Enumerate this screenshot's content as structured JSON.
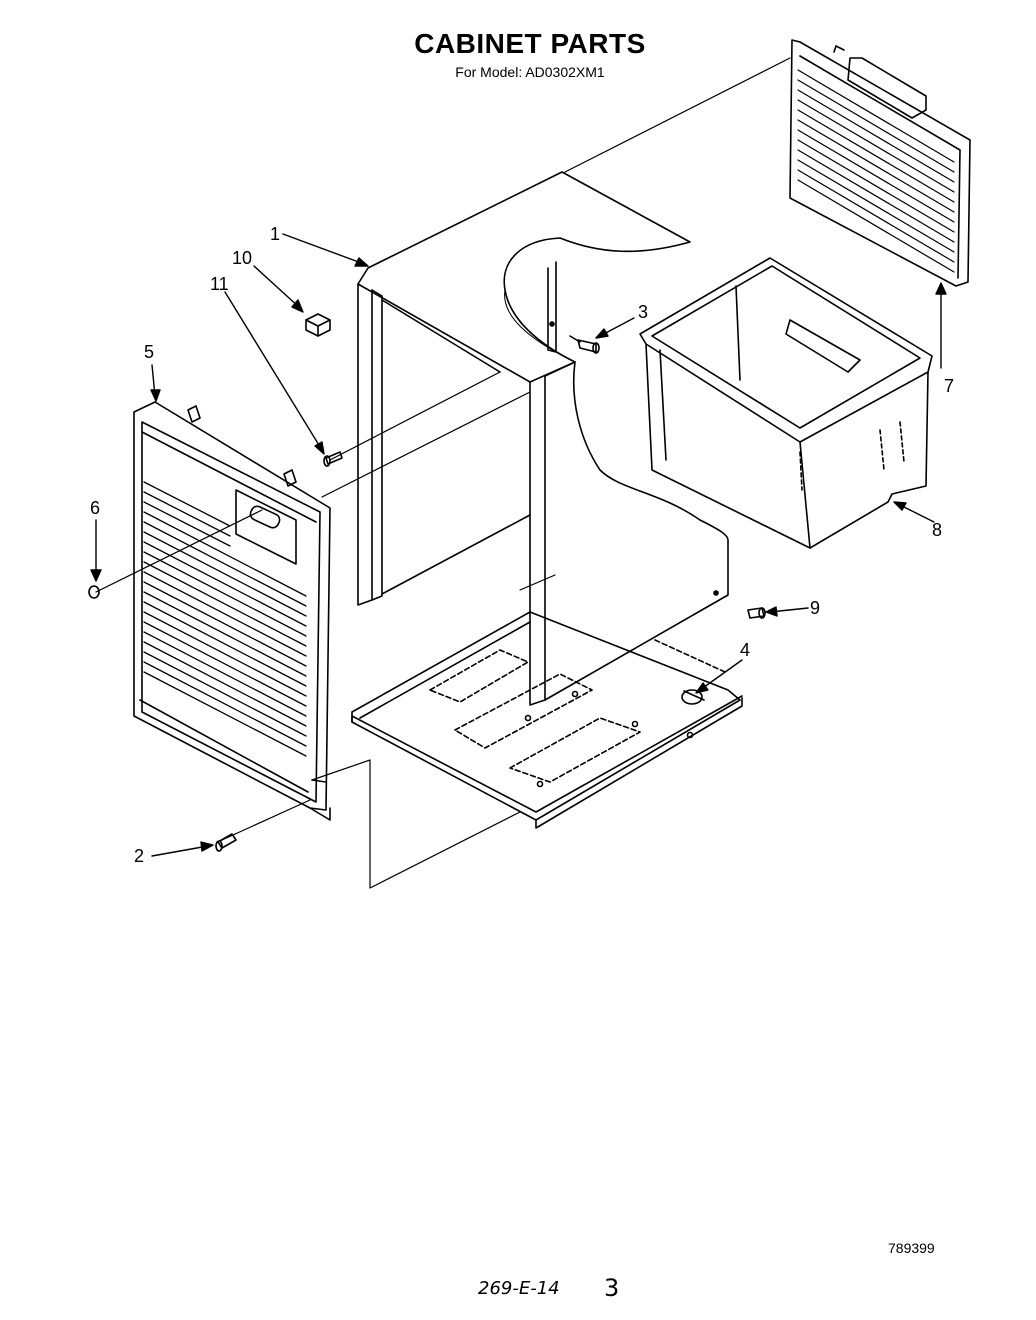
{
  "header": {
    "title": "CABINET PARTS",
    "subtitle": "For Model: AD0302XM1"
  },
  "footer": {
    "doc_number": "789399",
    "handwritten_ref": "269-E-14",
    "handwritten_page": "3"
  },
  "callouts": {
    "c1": "1",
    "c2": "2",
    "c3": "3",
    "c4": "4",
    "c5": "5",
    "c6": "6",
    "c7": "7",
    "c8": "8",
    "c9": "9",
    "c10": "10",
    "c11": "11"
  }
}
